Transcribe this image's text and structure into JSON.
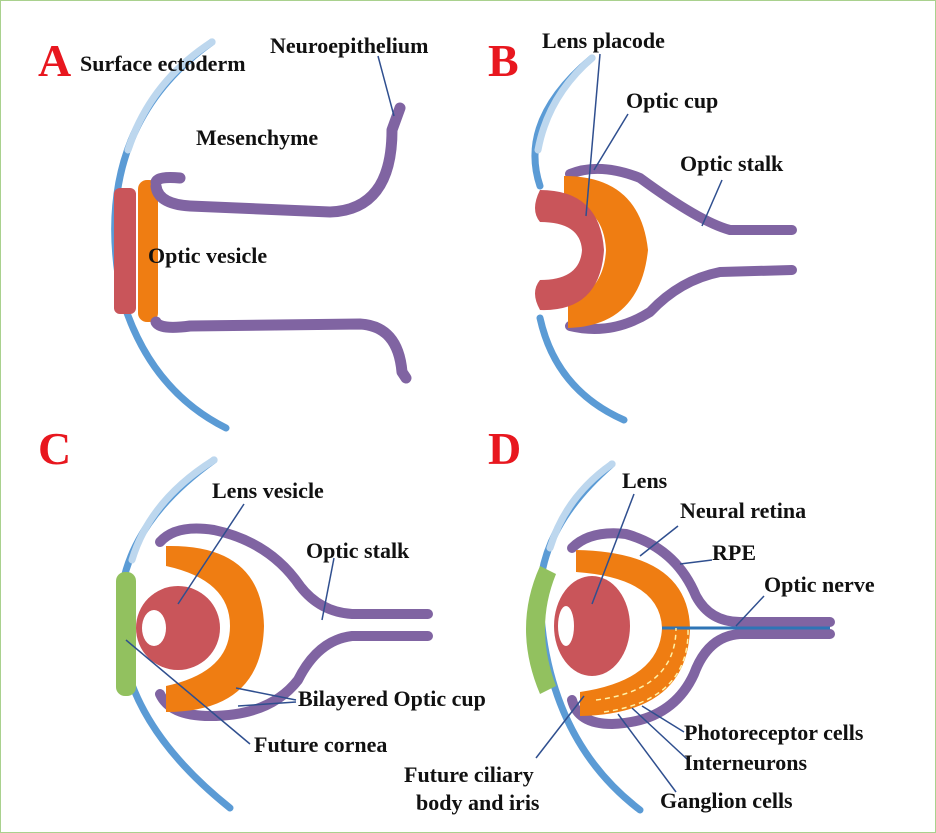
{
  "colors": {
    "panel_letter": "#e8171f",
    "surface_ectoderm": "#5b9bd5",
    "surface_ectoderm_light": "#bdd7ee",
    "neuroepithelium": "#8064a2",
    "lens": "#c9555a",
    "optic_cup": "#ef7d12",
    "future_cornea": "#92c15f",
    "border": "#a9d18e"
  },
  "panels": {
    "A": {
      "letter": "A",
      "labels": {
        "surface_ectoderm": "Surface ectoderm",
        "neuroepithelium": "Neuroepithelium",
        "mesenchyme": "Mesenchyme",
        "optic_vesicle": "Optic vesicle"
      }
    },
    "B": {
      "letter": "B",
      "labels": {
        "lens_placode": "Lens placode",
        "optic_cup": "Optic cup",
        "optic_stalk": "Optic stalk"
      }
    },
    "C": {
      "letter": "C",
      "labels": {
        "lens_vesicle": "Lens vesicle",
        "optic_stalk": "Optic stalk",
        "bilayered_optic_cup": "Bilayered Optic cup",
        "future_cornea": "Future cornea"
      }
    },
    "D": {
      "letter": "D",
      "labels": {
        "lens": "Lens",
        "neural_retina": "Neural retina",
        "rpe": "RPE",
        "optic_nerve": "Optic nerve",
        "photoreceptor_cells": "Photoreceptor cells",
        "interneurons": "Interneurons",
        "ganglion_cells": "Ganglion cells",
        "future_ciliary_line1": "Future ciliary",
        "future_ciliary_line2": "body and iris"
      }
    }
  }
}
